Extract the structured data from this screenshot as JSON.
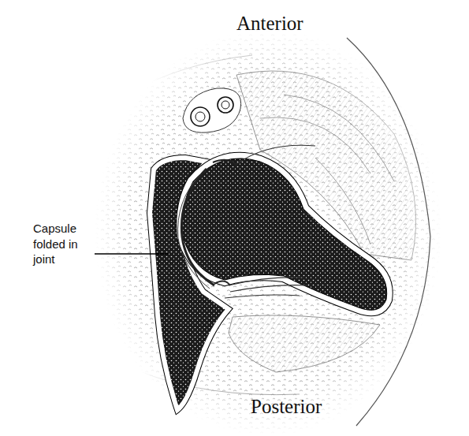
{
  "diagram": {
    "labels": [
      "Anterior",
      "Capsule folded in joint",
      "Posterior"
    ]
  }
}
